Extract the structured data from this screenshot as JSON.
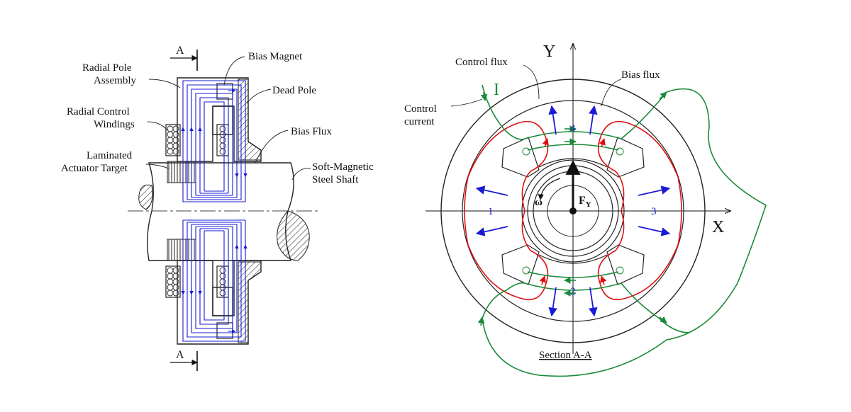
{
  "left_view": {
    "section_marker_top": "A",
    "section_marker_bottom": "A",
    "labels": {
      "bias_magnet": "Bias Magnet",
      "radial_pole_line1": "Radial Pole",
      "radial_pole_line2": "Assembly",
      "dead_pole": "Dead Pole",
      "control_windings_line1": "Radial Control",
      "control_windings_line2": "Windings",
      "bias_flux": "Bias Flux",
      "laminated_line1": "Laminated",
      "laminated_line2": "Actuator Target",
      "shaft_line1": "Soft-Magnetic",
      "shaft_line2": "Steel Shaft"
    }
  },
  "right_view": {
    "axis_y": "Y",
    "axis_x": "X",
    "labels": {
      "control_flux": "Control flux",
      "bias_flux": "Bias flux",
      "control_current_line1": "Control",
      "control_current_line2": "current",
      "current_symbol": "I",
      "omega": "ω",
      "force_main": "F",
      "force_sub": "Y",
      "section": "Section A-A"
    },
    "pole_numbers": [
      "1",
      "2",
      "3",
      "4"
    ]
  },
  "colors": {
    "bias_flux": "#1a1ad6",
    "control_flux": "#1b8a3a",
    "bias_flux_right": "#e01010",
    "outline": "#222222"
  }
}
